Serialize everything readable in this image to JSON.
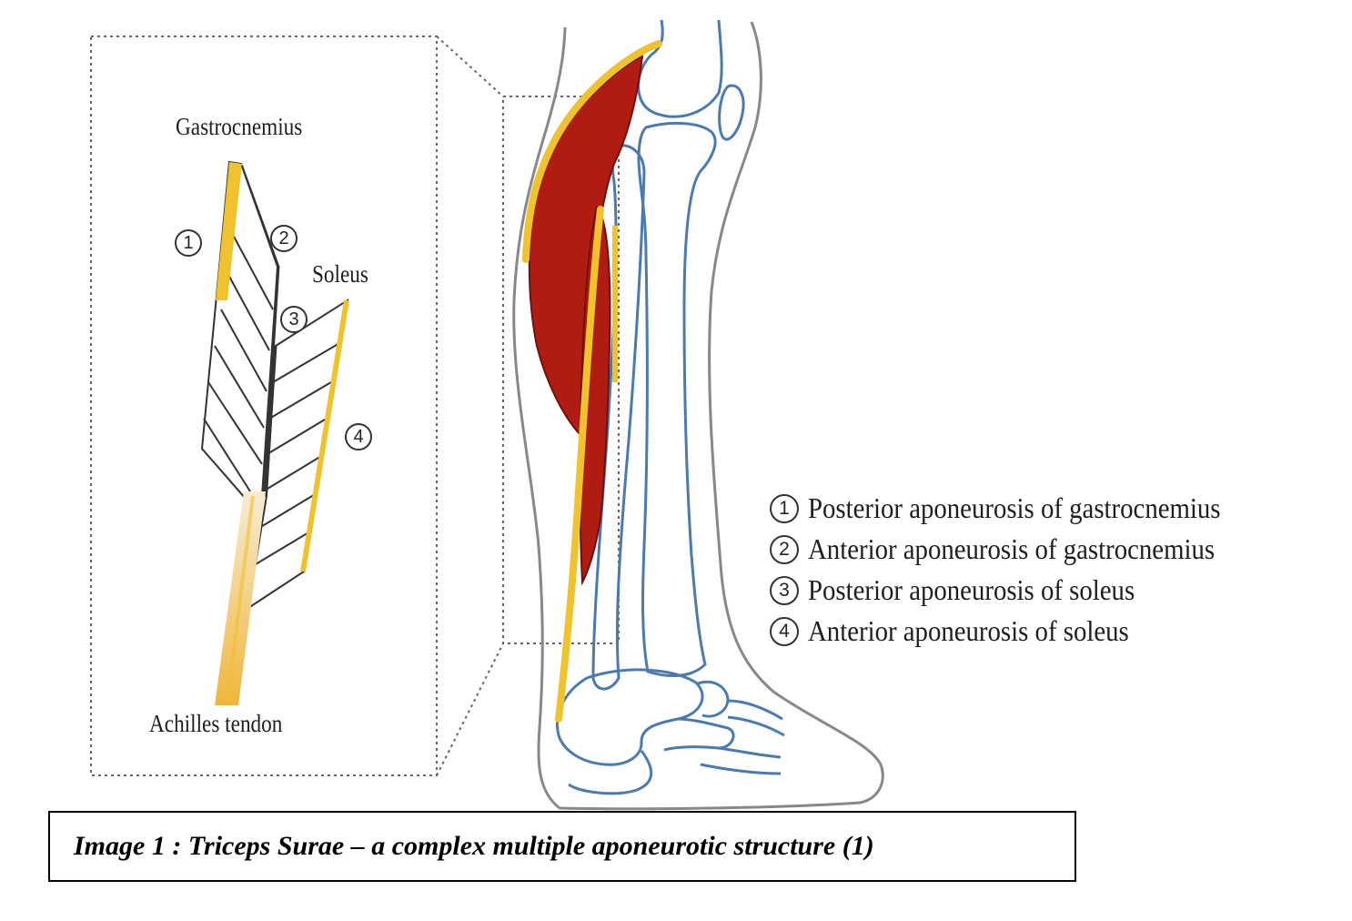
{
  "labels": {
    "gastrocnemius": "Gastrocnemius",
    "soleus": "Soleus",
    "achilles": "Achilles  tendon"
  },
  "markers": [
    "1",
    "2",
    "3",
    "4"
  ],
  "legend": [
    {
      "num": "1",
      "text": "Posterior aponeurosis of gastrocnemius"
    },
    {
      "num": "2",
      "text": "Anterior aponeurosis of gastrocnemius"
    },
    {
      "num": "3",
      "text": "Posterior aponeurosis of soleus"
    },
    {
      "num": "4",
      "text": "Anterior aponeurosis of soleus"
    }
  ],
  "caption": "Image 1 : Triceps Surae – a complex multiple aponeurotic structure (1)",
  "colors": {
    "muscle": "#b01c12",
    "aponeurosis": "#f0c22e",
    "bone": "#4a7ab0",
    "skin": "#888888",
    "tendon_top": "#f7e9c8",
    "tendon_bottom": "#f0b840"
  }
}
